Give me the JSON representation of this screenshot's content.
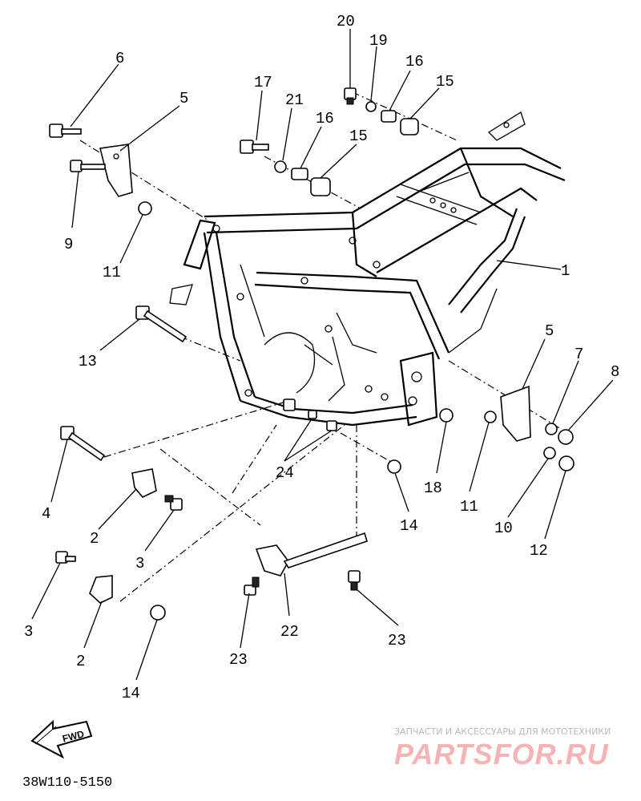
{
  "callouts": [
    "20",
    "19",
    "16",
    "15",
    "17",
    "21",
    "16",
    "15",
    "6",
    "5",
    "9",
    "11",
    "1",
    "13",
    "5",
    "7",
    "8",
    "24",
    "18",
    "11",
    "10",
    "12",
    "4",
    "2",
    "3",
    "14",
    "22",
    "3",
    "2",
    "23",
    "23",
    "14"
  ],
  "fwd_label": "FWD",
  "diagram_code": "38W110-5150",
  "watermark": {
    "tagline": "ЗАПЧАСТИ И АКСЕССУАРЫ ДЛЯ МОТОТЕХНИКИ",
    "brand": "PARTSFOR.RU"
  }
}
